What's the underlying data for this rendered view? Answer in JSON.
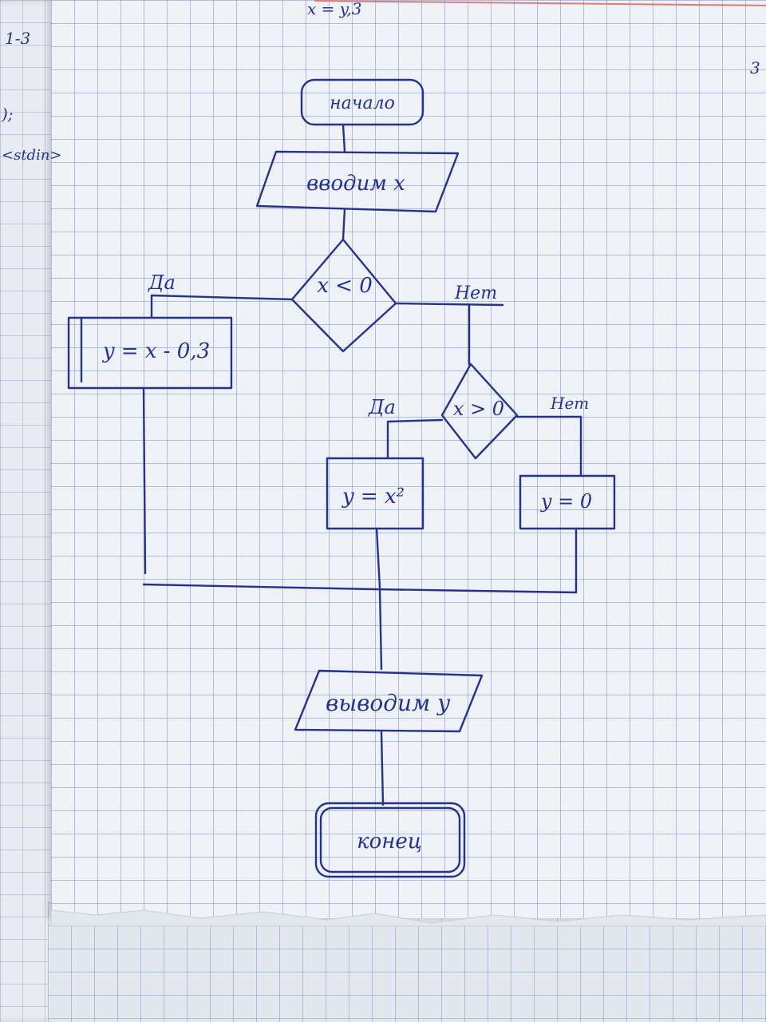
{
  "diagram": {
    "start": "начало",
    "input": "вводим x",
    "decision1": "x < 0",
    "decision1_yes": "Да",
    "decision1_no": "Нет",
    "process_yes": "y = x - 0,3",
    "decision2": "x > 0",
    "decision2_yes": "Да",
    "decision2_no": "Нет",
    "process_square": "y = x²",
    "process_zero": "y = 0",
    "output": "выводим y",
    "end": "конец"
  },
  "page_scribbles": {
    "top_formula": "x = y,3",
    "corner_number": "3",
    "left_margin": [
      "1-3",
      ");",
      "<stdin>"
    ]
  },
  "colors": {
    "ink": "#27328a",
    "grid": "#5f82be",
    "paper": "#eef1f6",
    "margin": "#e07a7a"
  }
}
